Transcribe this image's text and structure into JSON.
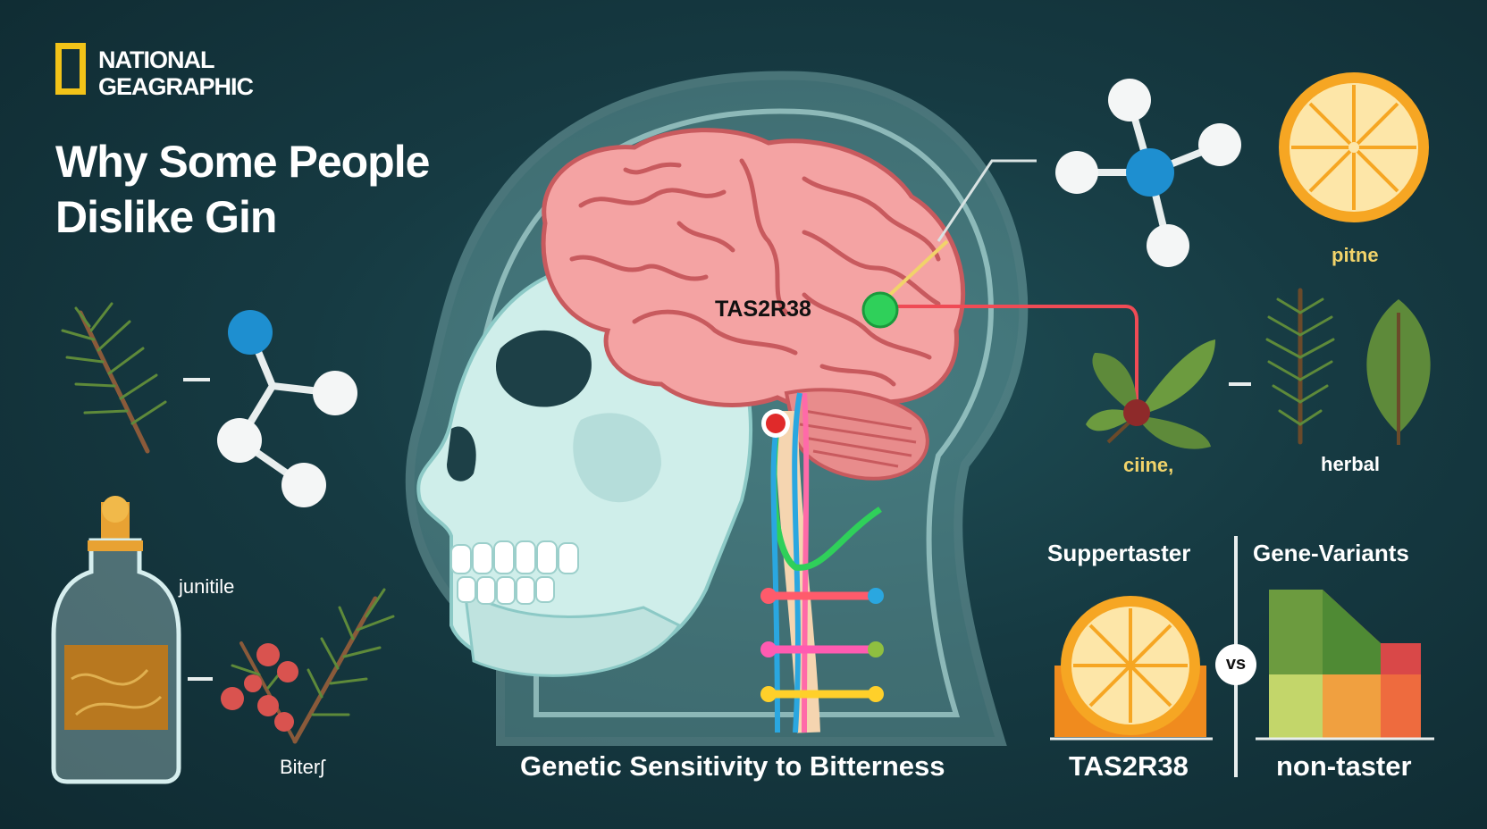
{
  "brand": {
    "line1": "NATIONAL",
    "line2": "GEAGRAPHIC"
  },
  "title": {
    "line1": "Why Some People",
    "line2": "Dislike Gin"
  },
  "labels": {
    "brain_gene": "TAS2R38",
    "juniper": "junitile",
    "bitters": "Biterʃ",
    "pine": "pitne",
    "citrus": "ciine,",
    "herbal": "herbal"
  },
  "comparison": {
    "left_header": "Suppertaster",
    "right_header": "Gene-Variants",
    "vs": "vs",
    "left_caption": "TAS2R38",
    "right_caption": "non-taster"
  },
  "caption": "Genetic Sensitivity to Bitterness",
  "colors": {
    "background": "#163a42",
    "brand_yellow": "#f2c318",
    "brain": "#f4a3a3",
    "orange": "#f6a623",
    "label_yellow": "#f1d36a"
  }
}
